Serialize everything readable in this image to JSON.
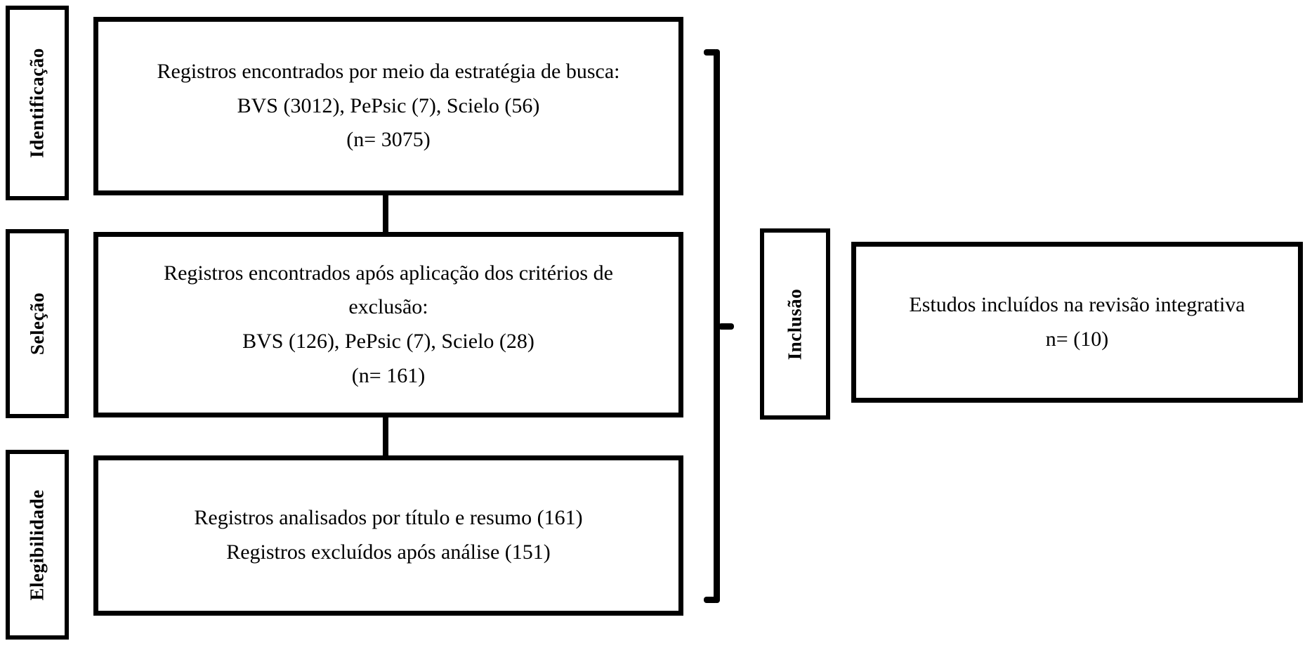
{
  "diagram": {
    "title": "PRISMA flow diagram",
    "language": "pt-BR",
    "colors": {
      "stroke": "#000000",
      "background": "#ffffff",
      "text": "#000000"
    }
  },
  "stages": [
    {
      "id": "identificacao",
      "label": "Identificação"
    },
    {
      "id": "selecao",
      "label": "Seleção"
    },
    {
      "id": "elegibilidade",
      "label": "Elegibilidade"
    },
    {
      "id": "inclusao",
      "label": "Inclusão"
    }
  ],
  "boxes": {
    "identification": {
      "lines": [
        "Registros encontrados por meio da estratégia de busca:",
        "BVS (3012), PePsic (7), Scielo (56)",
        "(n= 3075)"
      ]
    },
    "screening": {
      "lines": [
        "Registros encontrados após aplicação dos critérios de",
        "exclusão:",
        "BVS (126), PePsic (7), Scielo (28)",
        "(n= 161)"
      ]
    },
    "eligibility": {
      "lines": [
        "Registros analisados por título e resumo (161)",
        "Registros excluídos após análise (151)"
      ]
    },
    "included": {
      "lines": [
        "Estudos incluídos na revisão integrativa",
        "n= (10)"
      ]
    }
  },
  "counts": {
    "identified_total": 3075,
    "identified_bvs": 3012,
    "identified_pepsic": 7,
    "identified_scielo": 56,
    "screened_total": 161,
    "screened_bvs": 126,
    "screened_pepsic": 7,
    "screened_scielo": 28,
    "analyzed_title_abstract": 161,
    "excluded_after_analysis": 151,
    "included_total": 10
  }
}
